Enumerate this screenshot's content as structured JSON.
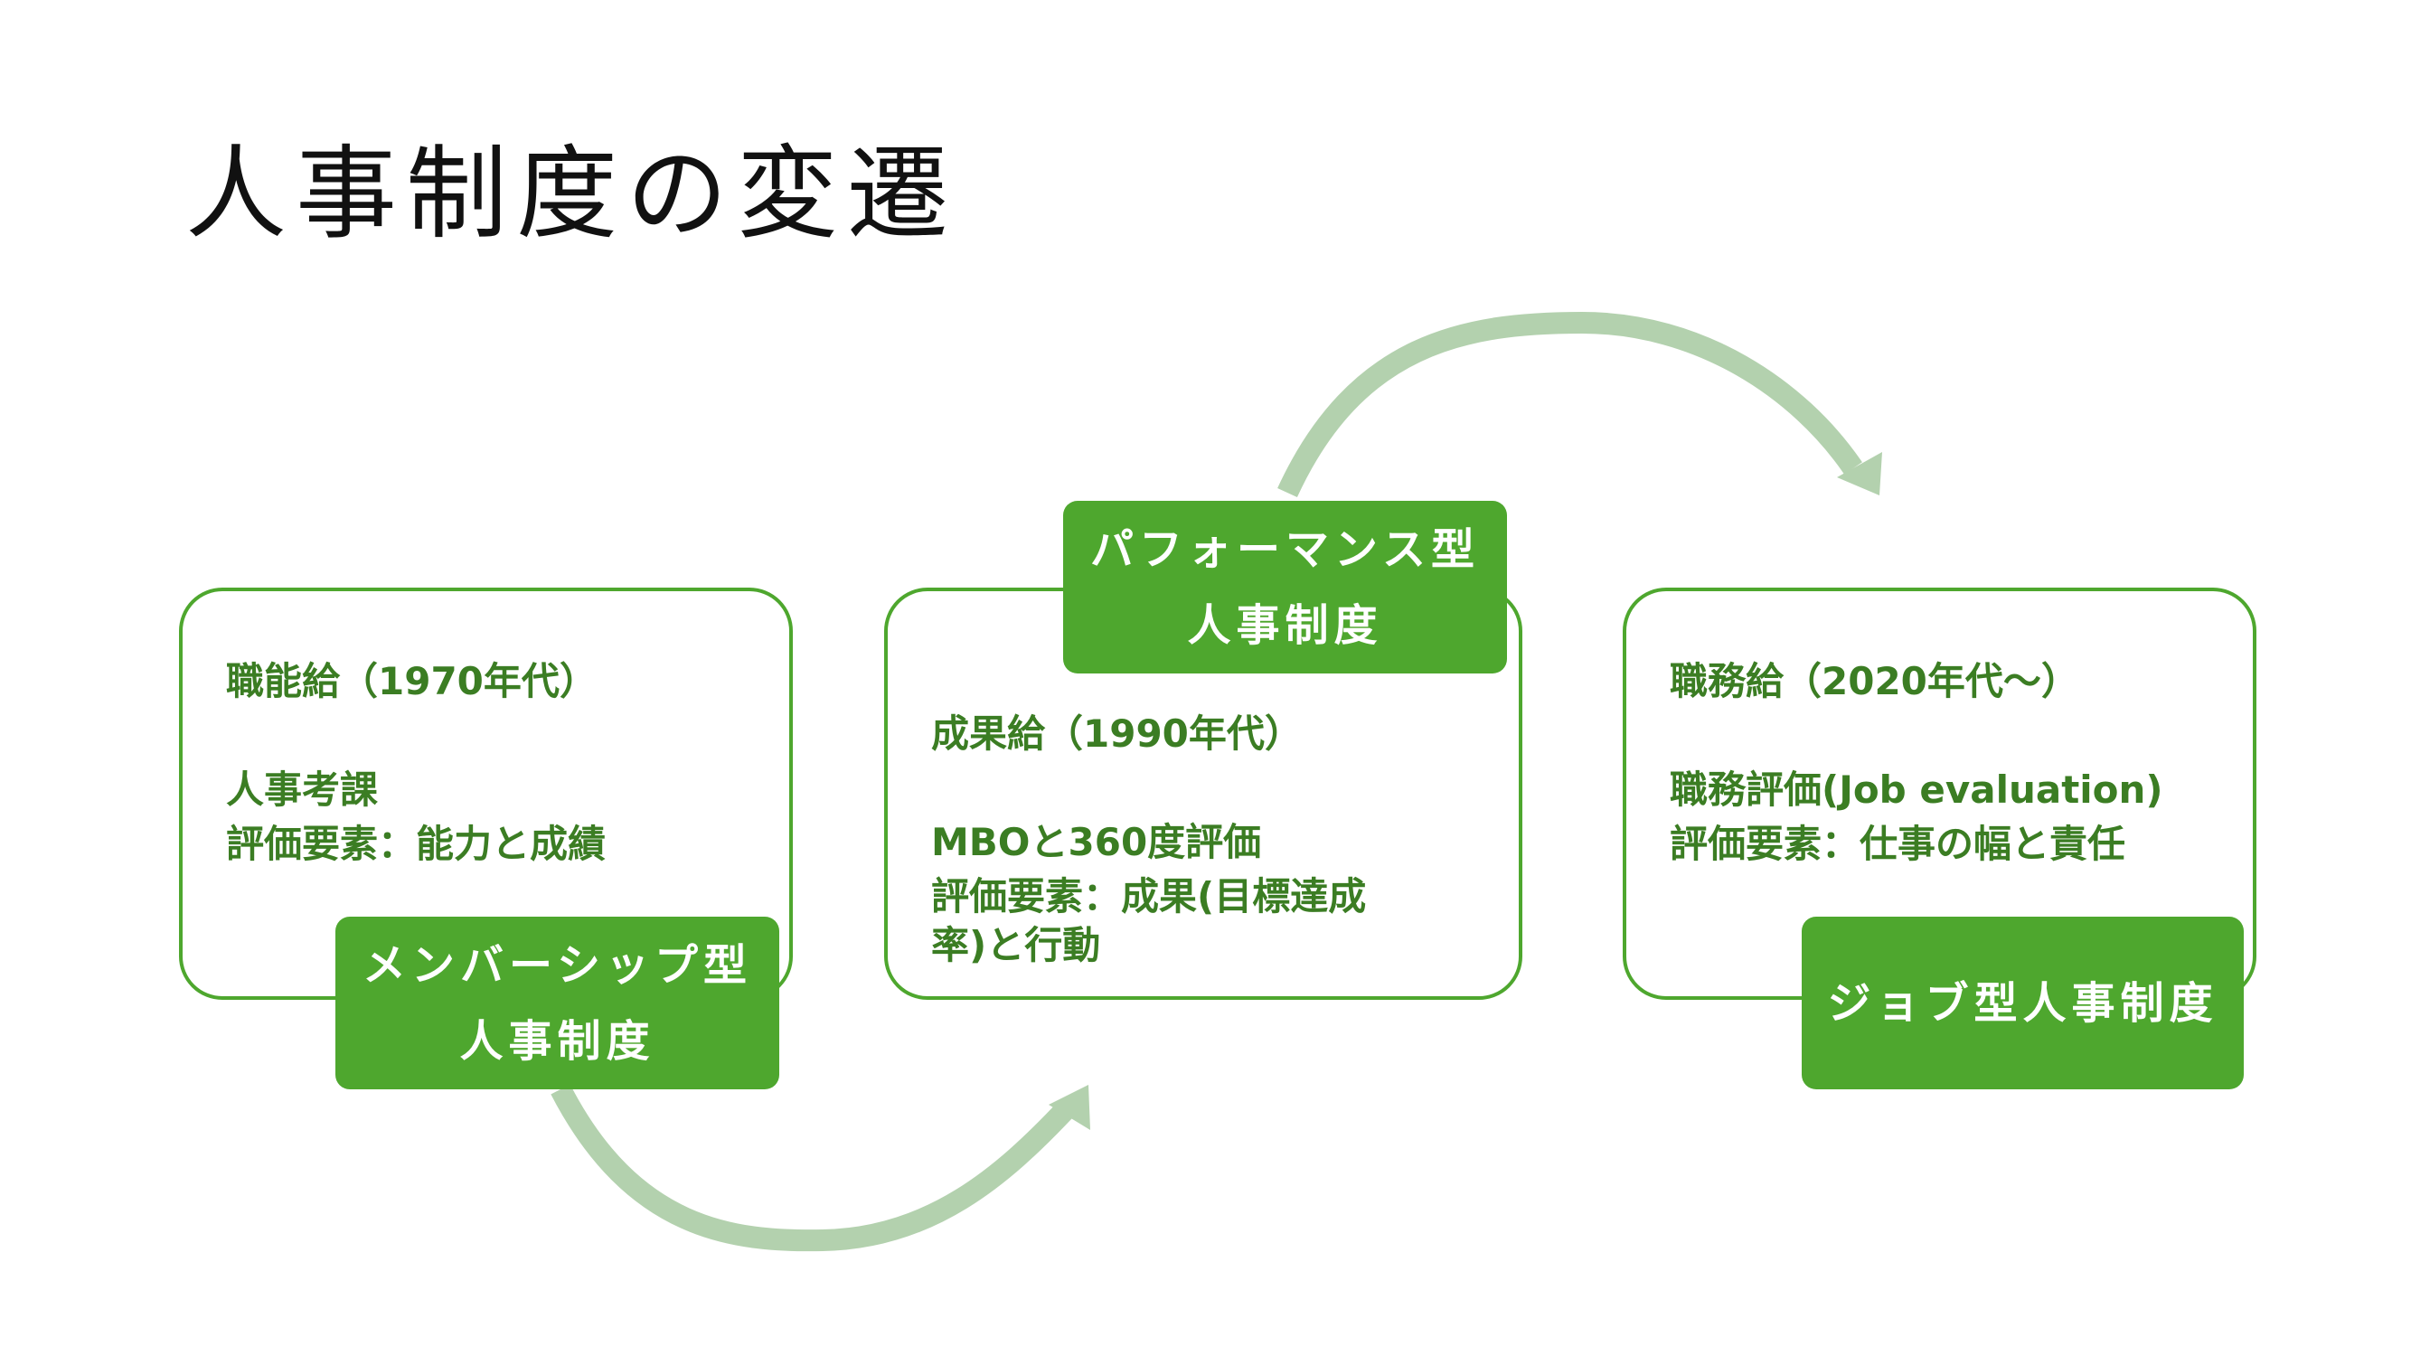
{
  "title": "人事制度の変遷",
  "colors": {
    "accent": "#4EA72E",
    "text_green": "#3B7D23",
    "arrow": "#B3D1AE",
    "title": "#111111"
  },
  "stages": [
    {
      "heading": "職能給（1970年代）",
      "lines": [
        "人事考課",
        "評価要素：能力と成績"
      ],
      "label_lines": [
        "メンバーシップ型",
        "人事制度"
      ]
    },
    {
      "heading": "成果給（1990年代）",
      "lines": [
        "MBOと360度評価",
        "評価要素：成果(目標達成",
        "率)と行動"
      ],
      "label_lines": [
        "パフォーマンス型",
        "人事制度"
      ]
    },
    {
      "heading": "職務給（2020年代～）",
      "lines": [
        "職務評価(Job evaluation)",
        "評価要素：仕事の幅と責任"
      ],
      "label_lines": [
        "ジョブ型人事制度"
      ]
    }
  ],
  "arrows": [
    {
      "from": "stage-1",
      "to": "stage-2",
      "direction": "curved-down"
    },
    {
      "from": "stage-2",
      "to": "stage-3",
      "direction": "curved-up"
    }
  ]
}
